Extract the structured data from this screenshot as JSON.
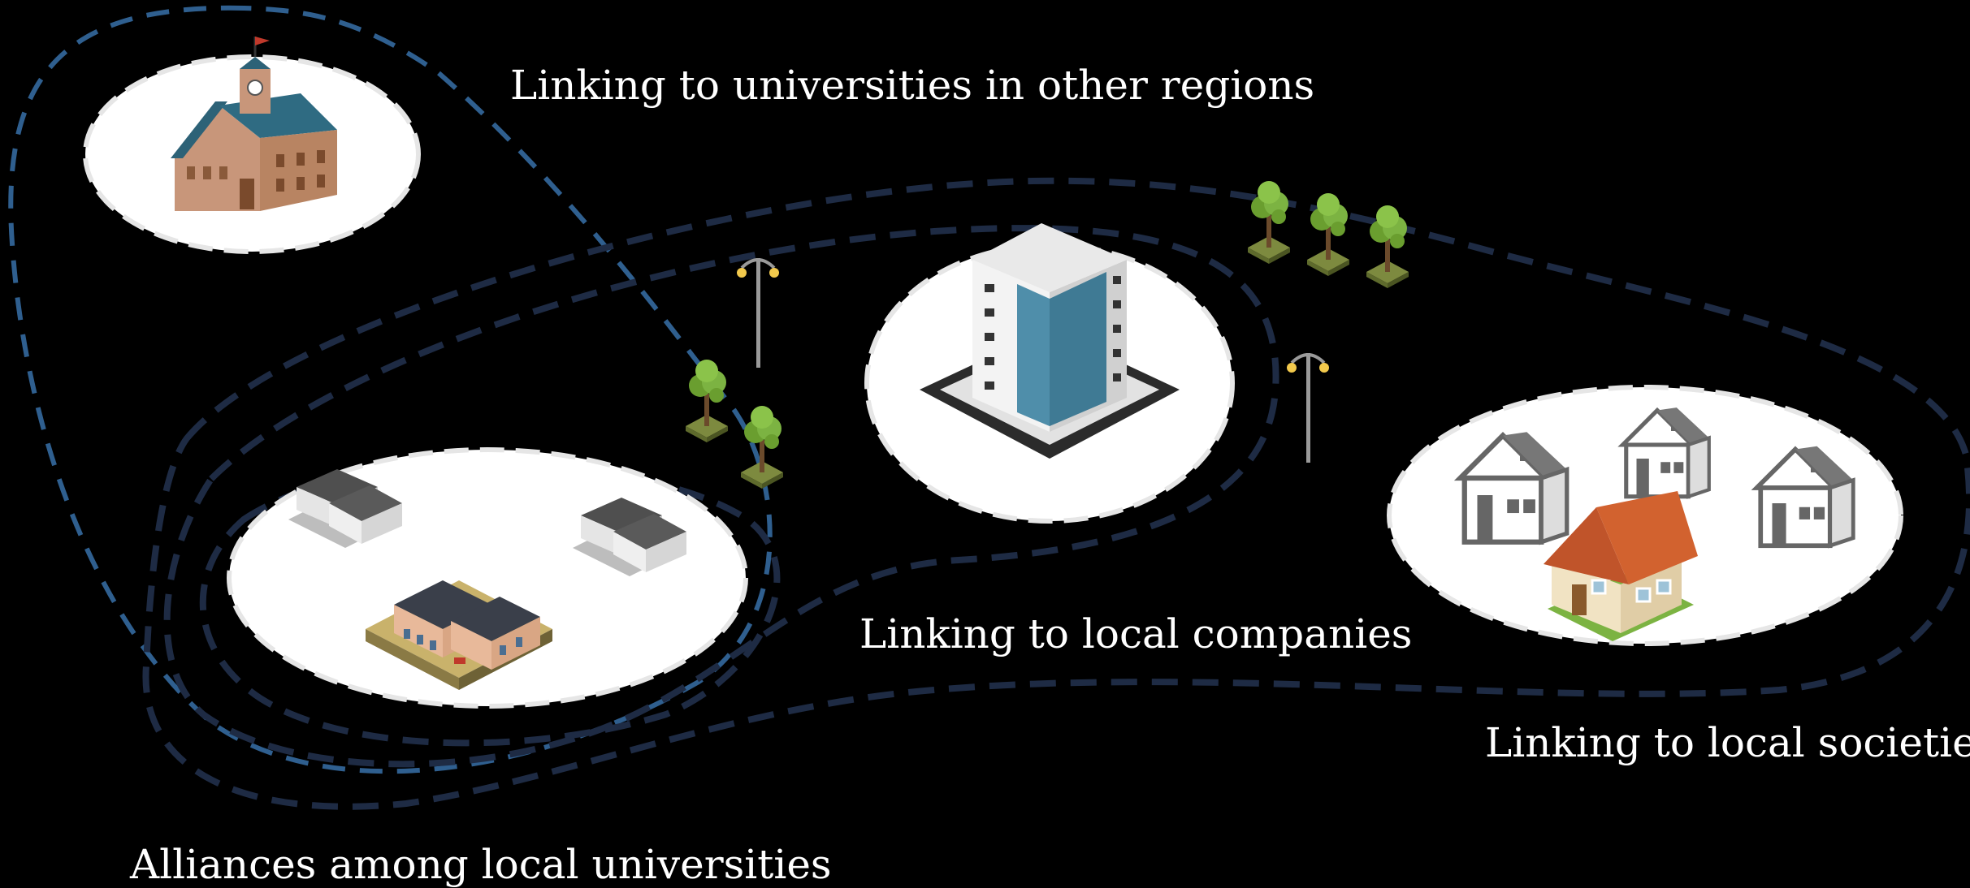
{
  "labels": {
    "other_regions": "Linking to universities in other regions",
    "local_companies": "Linking to local companies",
    "local_societies": "Linking to local societies",
    "local_alliances": "Alliances among local universities"
  },
  "colors": {
    "background": "#000000",
    "loop_light": "#2f5f8f",
    "loop_dark": "#1e2b44",
    "bubble": "#ffffff",
    "text": "#ffffff"
  },
  "icons": [
    "university-clocktower-icon",
    "campus-buildings-icon",
    "office-tower-icon",
    "houses-icon",
    "tree-icon",
    "street-lamp-icon"
  ]
}
